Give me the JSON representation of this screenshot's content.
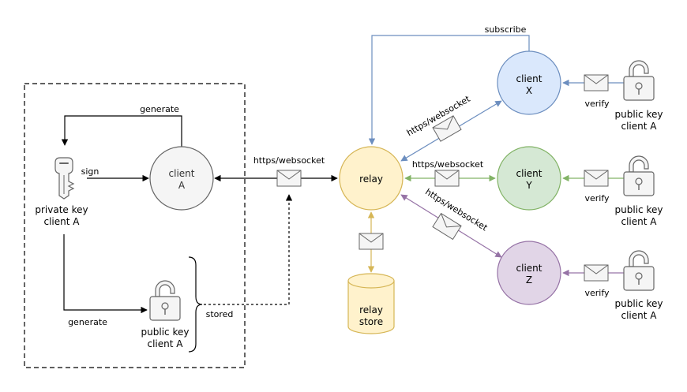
{
  "nodes": {
    "client_a": {
      "line1": "client",
      "line2": "A"
    },
    "relay": {
      "label": "relay"
    },
    "relay_store": {
      "line1": "relay",
      "line2": "store"
    },
    "client_x": {
      "line1": "client",
      "line2": "X"
    },
    "client_y": {
      "line1": "client",
      "line2": "Y"
    },
    "client_z": {
      "line1": "client",
      "line2": "Z"
    }
  },
  "keys": {
    "private_key": {
      "line1": "private key",
      "line2": "client A"
    },
    "public_key_left": {
      "line1": "public key",
      "line2": "client A"
    },
    "public_key_x": {
      "line1": "public key",
      "line2": "client A"
    },
    "public_key_y": {
      "line1": "public key",
      "line2": "client A"
    },
    "public_key_z": {
      "line1": "public key",
      "line2": "client A"
    }
  },
  "edge_labels": {
    "generate_top": "generate",
    "sign": "sign",
    "generate_bottom": "generate",
    "stored": "stored",
    "https_a_relay": "https/websocket",
    "https_relay_x": "https/websocket",
    "https_relay_y": "https/websocket",
    "https_relay_z": "https/websocket",
    "subscribe": "subscribe",
    "verify_x": "verify",
    "verify_y": "verify",
    "verify_z": "verify"
  },
  "colors": {
    "client_a_fill": "#f5f5f5",
    "client_a_stroke": "#666666",
    "relay_fill": "#fff2cc",
    "relay_stroke": "#d6b656",
    "client_x_fill": "#dae8fc",
    "client_x_stroke": "#6c8ebf",
    "client_y_fill": "#d5e8d4",
    "client_y_stroke": "#82b366",
    "client_z_fill": "#e1d5e7",
    "client_z_stroke": "#9673a6"
  }
}
